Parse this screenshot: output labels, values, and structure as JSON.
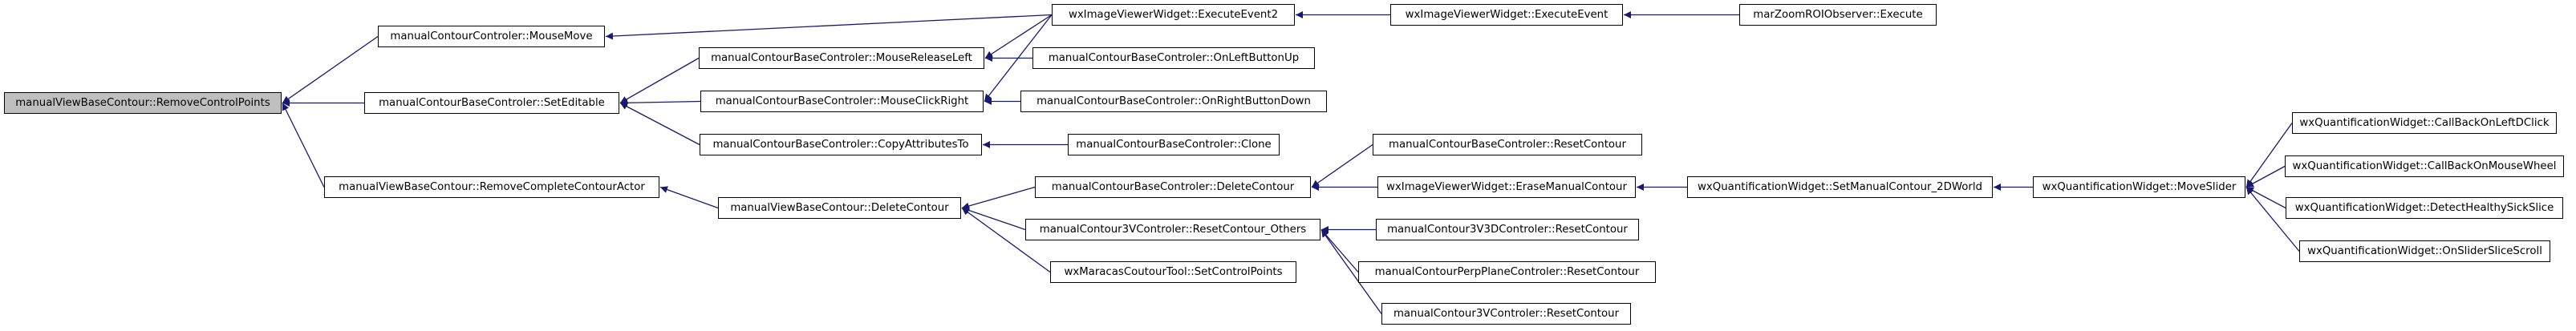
{
  "graph": {
    "edge_color": "#191970",
    "root_fill": "#bfbfbf",
    "nodes": [
      {
        "id": "n0",
        "label": "manualViewBaseContour::RemoveControlPoints",
        "root": true
      },
      {
        "id": "n1",
        "label": "manualContourControler::MouseMove"
      },
      {
        "id": "n2",
        "label": "manualContourBaseControler::SetEditable"
      },
      {
        "id": "n3",
        "label": "manualViewBaseContour::RemoveCompleteContourActor"
      },
      {
        "id": "n4",
        "label": "wxImageViewerWidget::ExecuteEvent2"
      },
      {
        "id": "n5",
        "label": "wxImageViewerWidget::ExecuteEvent"
      },
      {
        "id": "n6",
        "label": "marZoomROIObserver::Execute"
      },
      {
        "id": "n7",
        "label": "manualContourBaseControler::MouseReleaseLeft"
      },
      {
        "id": "n8",
        "label": "manualContourBaseControler::OnLeftButtonUp"
      },
      {
        "id": "n9",
        "label": "manualContourBaseControler::MouseClickRight"
      },
      {
        "id": "n10",
        "label": "manualContourBaseControler::OnRightButtonDown"
      },
      {
        "id": "n11",
        "label": "manualContourBaseControler::CopyAttributesTo"
      },
      {
        "id": "n12",
        "label": "manualContourBaseControler::Clone"
      },
      {
        "id": "n13",
        "label": "manualViewBaseContour::DeleteContour"
      },
      {
        "id": "n14",
        "label": "manualContourBaseControler::DeleteContour"
      },
      {
        "id": "n15",
        "label": "manualContourBaseControler::ResetContour"
      },
      {
        "id": "n16",
        "label": "wxImageViewerWidget::EraseManualContour"
      },
      {
        "id": "n17",
        "label": "wxQuantificationWidget::SetManualContour_2DWorld"
      },
      {
        "id": "n18",
        "label": "wxQuantificationWidget::MoveSlider"
      },
      {
        "id": "n19",
        "label": "wxQuantificationWidget::CallBackOnLeftDClick"
      },
      {
        "id": "n20",
        "label": "wxQuantificationWidget::CallBackOnMouseWheel"
      },
      {
        "id": "n21",
        "label": "wxQuantificationWidget::DetectHealthySickSlice"
      },
      {
        "id": "n22",
        "label": "wxQuantificationWidget::OnSliderSliceScroll"
      },
      {
        "id": "n23",
        "label": "manualContour3VControler::ResetContour_Others"
      },
      {
        "id": "n24",
        "label": "manualContour3V3DControler::ResetContour"
      },
      {
        "id": "n25",
        "label": "manualContourPerpPlaneControler::ResetContour"
      },
      {
        "id": "n26",
        "label": "manualContour3VControler::ResetContour"
      },
      {
        "id": "n27",
        "label": "wxMaracasCoutourTool::SetControlPoints"
      }
    ],
    "edges": [
      {
        "from": "n1",
        "to": "n0"
      },
      {
        "from": "n2",
        "to": "n0"
      },
      {
        "from": "n3",
        "to": "n0"
      },
      {
        "from": "n4",
        "to": "n1"
      },
      {
        "from": "n5",
        "to": "n4"
      },
      {
        "from": "n6",
        "to": "n5"
      },
      {
        "from": "n7",
        "to": "n2"
      },
      {
        "from": "n9",
        "to": "n2"
      },
      {
        "from": "n11",
        "to": "n2"
      },
      {
        "from": "n4",
        "to": "n7"
      },
      {
        "from": "n8",
        "to": "n7"
      },
      {
        "from": "n4",
        "to": "n9"
      },
      {
        "from": "n10",
        "to": "n9"
      },
      {
        "from": "n12",
        "to": "n11"
      },
      {
        "from": "n13",
        "to": "n3"
      },
      {
        "from": "n14",
        "to": "n13"
      },
      {
        "from": "n23",
        "to": "n13"
      },
      {
        "from": "n27",
        "to": "n13"
      },
      {
        "from": "n15",
        "to": "n14"
      },
      {
        "from": "n16",
        "to": "n14"
      },
      {
        "from": "n17",
        "to": "n16"
      },
      {
        "from": "n18",
        "to": "n17"
      },
      {
        "from": "n19",
        "to": "n18"
      },
      {
        "from": "n20",
        "to": "n18"
      },
      {
        "from": "n21",
        "to": "n18"
      },
      {
        "from": "n22",
        "to": "n18"
      },
      {
        "from": "n24",
        "to": "n23"
      },
      {
        "from": "n25",
        "to": "n23"
      },
      {
        "from": "n26",
        "to": "n23"
      }
    ]
  }
}
